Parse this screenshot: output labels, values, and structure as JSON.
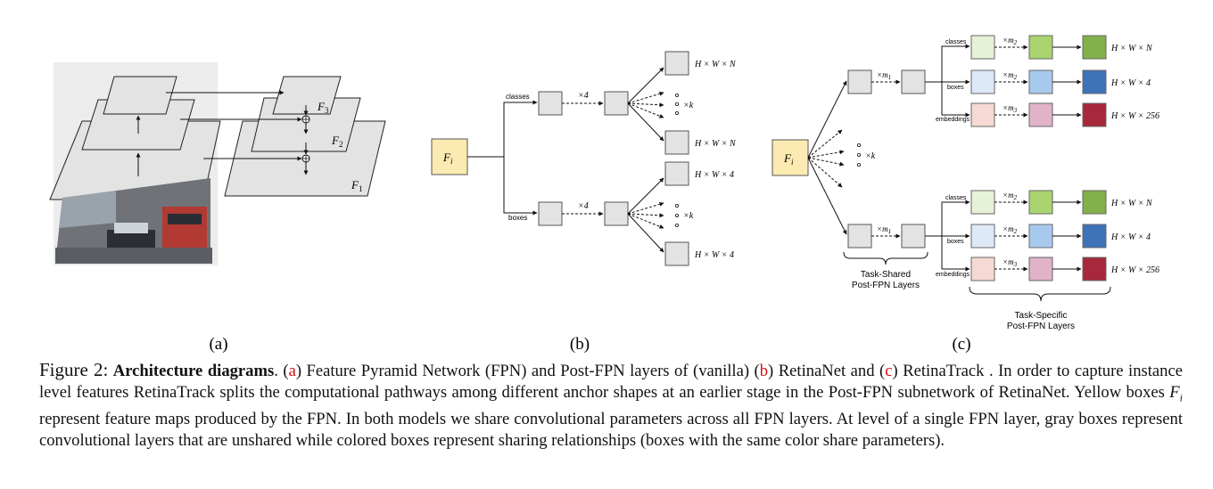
{
  "panel_a": {
    "layers": [
      {
        "sub": "3"
      },
      {
        "sub": "2"
      },
      {
        "sub": "1"
      }
    ],
    "layer_symbol": "F",
    "label": "(a)"
  },
  "panel_b": {
    "fi_symbol": "F",
    "fi_sub": "i",
    "branches": [
      "classes",
      "boxes"
    ],
    "repeat": "×4",
    "ellipsis_k": "×k",
    "outputs": [
      "H × W × N",
      "H × W × N",
      "H × W × 4",
      "H × W × 4"
    ],
    "label": "(b)"
  },
  "panel_c": {
    "fi_symbol": "F",
    "fi_sub": "i",
    "shared_repeat": "×m",
    "shared_repeat_sub": "1",
    "ellipsis_k": "×k",
    "heads": [
      {
        "label": "classes",
        "repeat_sub": "2",
        "output": "H × W × N"
      },
      {
        "label": "boxes",
        "repeat_sub": "2",
        "output": "H × W × 4"
      },
      {
        "label": "embeddings",
        "repeat_sub": "3",
        "output": "H × W × 256"
      }
    ],
    "repeat_symbol": "×m",
    "task_shared": [
      "Task-Shared",
      "Post-FPN Layers"
    ],
    "task_specific": [
      "Task-Specific",
      "Post-FPN Layers"
    ],
    "label": "(c)",
    "colors": {
      "classes_light": "#e6f1d8",
      "classes_mid": "#a9d46f",
      "classes_dark": "#82b04a",
      "boxes_light": "#dde9f7",
      "boxes_mid": "#a8c9ee",
      "boxes_dark": "#3f73b8",
      "emb_light": "#f5d9d2",
      "emb_mid": "#e0b3c8",
      "emb_dark": "#a6283a"
    }
  },
  "caption": {
    "figure_label": "Figure 2:",
    "title": "Architecture diagrams",
    "t1": ". (",
    "a": "a",
    "t2": ") Feature Pyramid Network (FPN) and Post-FPN layers of (vanilla) (",
    "b": "b",
    "t3": ") RetinaNet and (",
    "c": "c",
    "t4": ") RetinaTrack . In order to capture instance level features RetinaTrack splits the computational pathways among different anchor shapes at an earlier stage in the Post-FPN subnetwork of RetinaNet. Yellow boxes ",
    "fi": "F",
    "fi_sub": "i",
    "t5": " represent feature maps produced by the FPN. In both models we share convolutional parameters across all FPN layers. At level of a single FPN layer, gray boxes represent convolutional layers that are unshared while colored boxes represent sharing relationships (boxes with the same color share parameters)."
  }
}
